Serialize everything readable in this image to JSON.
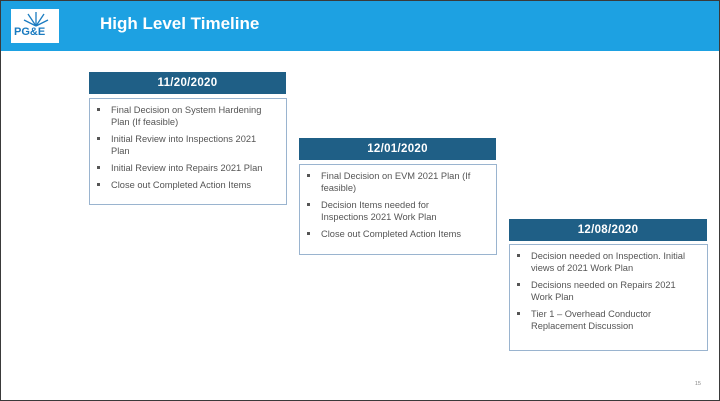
{
  "header": {
    "title": "High Level Timeline",
    "logo_text": "PG&E",
    "background_color": "#1da1e2"
  },
  "columns": [
    {
      "date": "11/20/2020",
      "items": [
        "Final Decision on System Hardening Plan (If feasible)",
        "Initial Review into Inspections 2021 Plan",
        "Initial Review into Repairs 2021 Plan",
        "Close out Completed Action Items"
      ]
    },
    {
      "date": "12/01/2020",
      "items": [
        "Final Decision on EVM 2021 Plan (If feasible)",
        "Decision Items needed for Inspections 2021 Work Plan",
        "Close out Completed Action Items"
      ]
    },
    {
      "date": "12/08/2020",
      "items": [
        "Decision needed on Inspection. Initial views of 2021 Work Plan",
        "Decisions needed on Repairs 2021 Work Plan",
        "Tier 1 – Overhead Conductor Replacement Discussion"
      ]
    }
  ],
  "page_number": "15",
  "colors": {
    "date_bar": "#1f5f86",
    "box_border": "#9ab4cf"
  }
}
